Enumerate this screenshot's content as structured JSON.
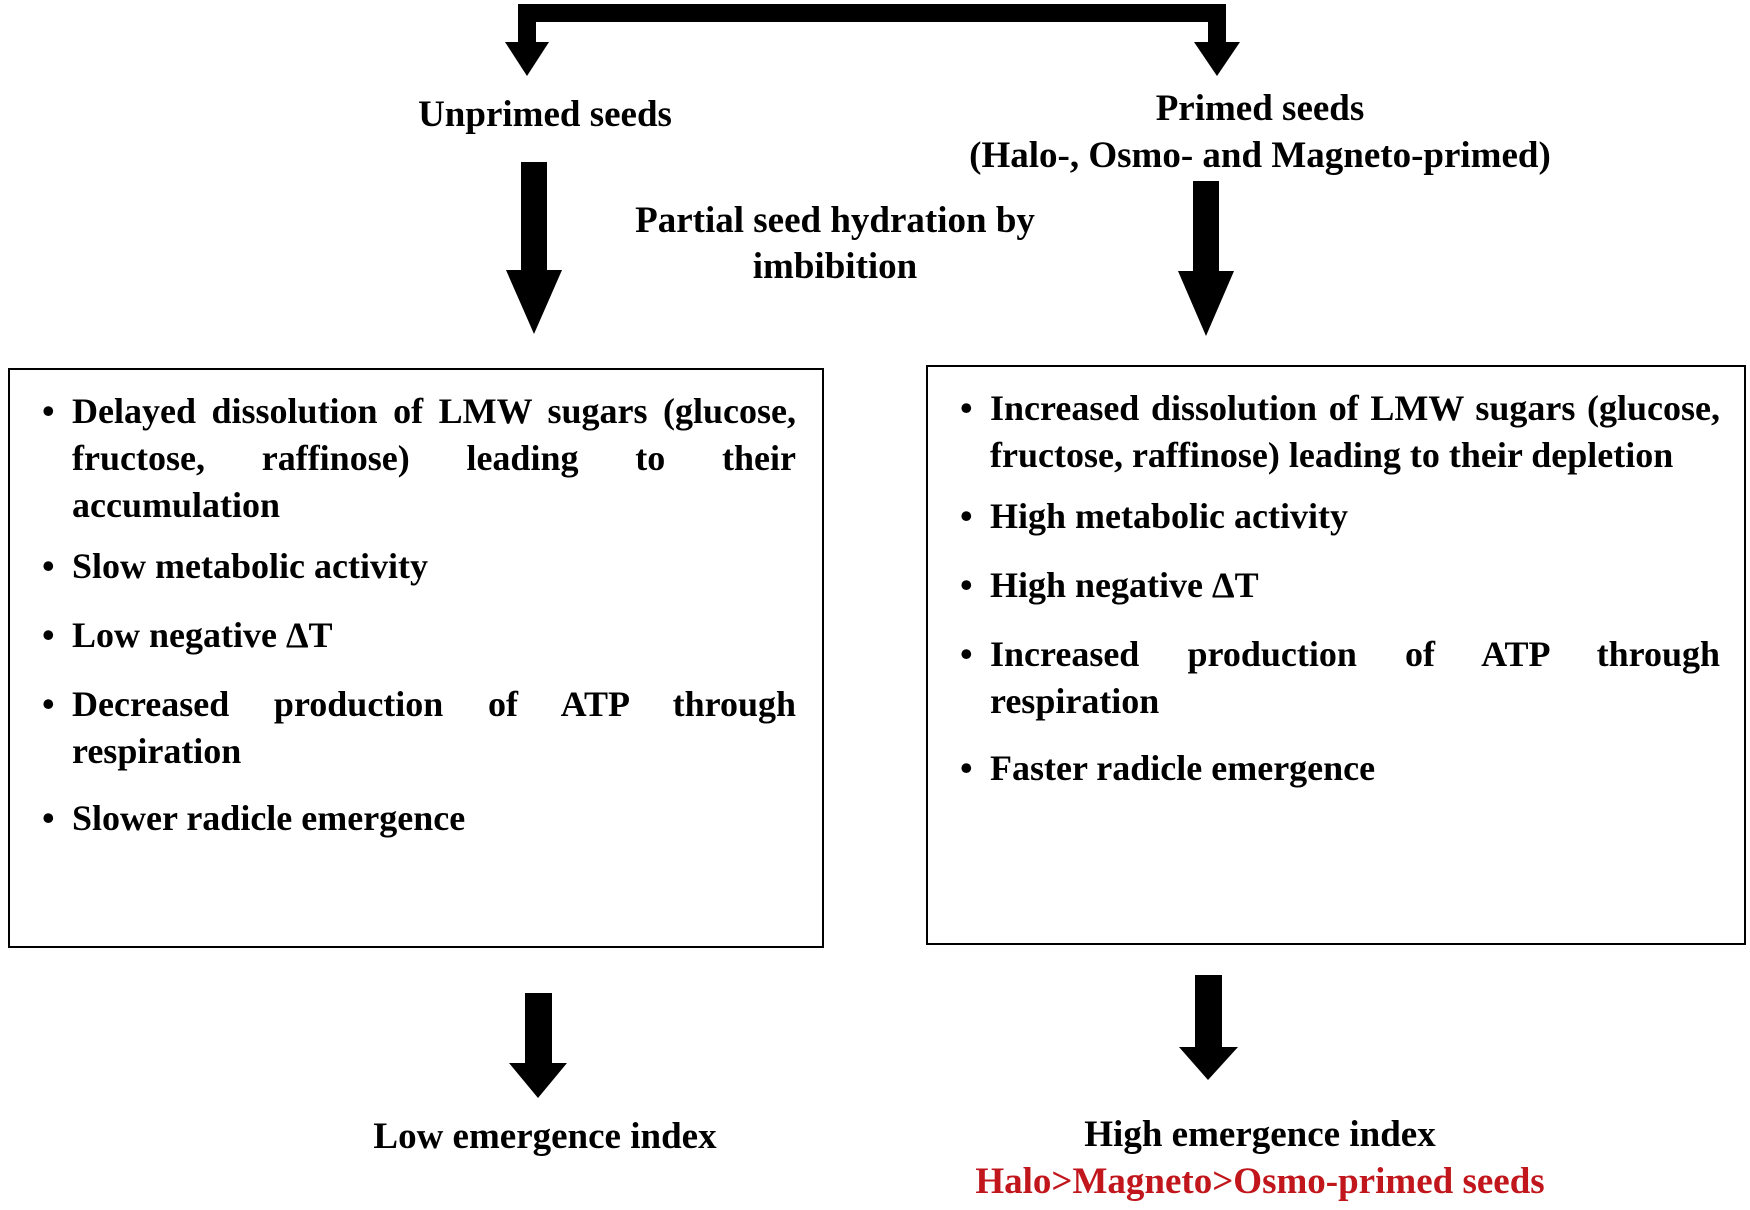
{
  "branches": {
    "unprimed": {
      "title": "Unprimed seeds",
      "effects": [
        "Delayed dissolution of LMW sugars (glucose, fructose, raffinose) leading to their accumulation",
        "Slow metabolic activity",
        "Low negative ΔT",
        "Decreased production of ATP through respiration",
        "Slower radicle emergence"
      ],
      "outcome": "Low emergence index"
    },
    "primed": {
      "title": "Primed seeds",
      "subtitle": "(Halo-, Osmo- and Magneto-primed)",
      "effects": [
        "Increased dissolution of LMW sugars (glucose, fructose, raffinose) leading to their depletion",
        "High metabolic activity",
        "High negative ΔT",
        "Increased production of ATP through respiration",
        "Faster radicle emergence"
      ],
      "outcome": "High emergence index",
      "ranking": "Halo>Magneto>Osmo-primed seeds"
    }
  },
  "process_label": {
    "line1": "Partial seed hydration by",
    "line2": "imbibition"
  },
  "colors": {
    "text": "#000000",
    "ranking": "#c0161c"
  }
}
